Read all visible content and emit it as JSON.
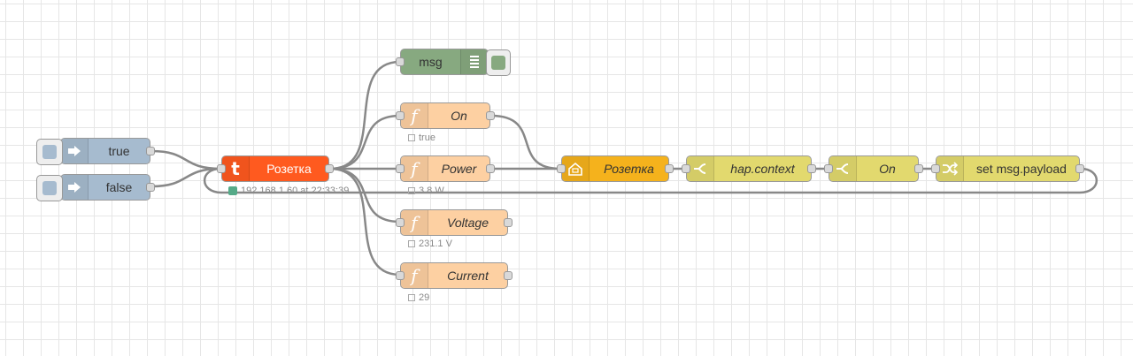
{
  "colors": {
    "inject": "#a6bbcf",
    "tuya": "#ff5a1f",
    "function": "#fdd0a2",
    "homekit": "#f5b21c",
    "switch": "#e2d96e",
    "change": "#e2d96e",
    "debug": "#87a980"
  },
  "nodes": {
    "inject_true": {
      "label": "true",
      "icon": "arrow-right-icon"
    },
    "inject_false": {
      "label": "false",
      "icon": "arrow-right-icon"
    },
    "tuya": {
      "label": "Розетка",
      "icon": "tuya-icon",
      "status": "192.168.1.60 at 22:33:39"
    },
    "debug": {
      "label": "msg",
      "icon": "list-icon"
    },
    "fn_on": {
      "label": "On",
      "icon": "function-icon",
      "status": "true"
    },
    "fn_power": {
      "label": "Power",
      "icon": "function-icon",
      "status": "3.8 W"
    },
    "fn_voltage": {
      "label": "Voltage",
      "icon": "function-icon",
      "status": "231.1 V"
    },
    "fn_current": {
      "label": "Current",
      "icon": "function-icon",
      "status": "29"
    },
    "homekit": {
      "label": "Розетка",
      "icon": "homekit-icon"
    },
    "switch_ctx": {
      "label": "hap.context",
      "icon": "switch-icon"
    },
    "switch_on": {
      "label": "On",
      "icon": "switch-icon"
    },
    "change": {
      "label": "set msg.payload",
      "icon": "shuffle-icon"
    }
  }
}
